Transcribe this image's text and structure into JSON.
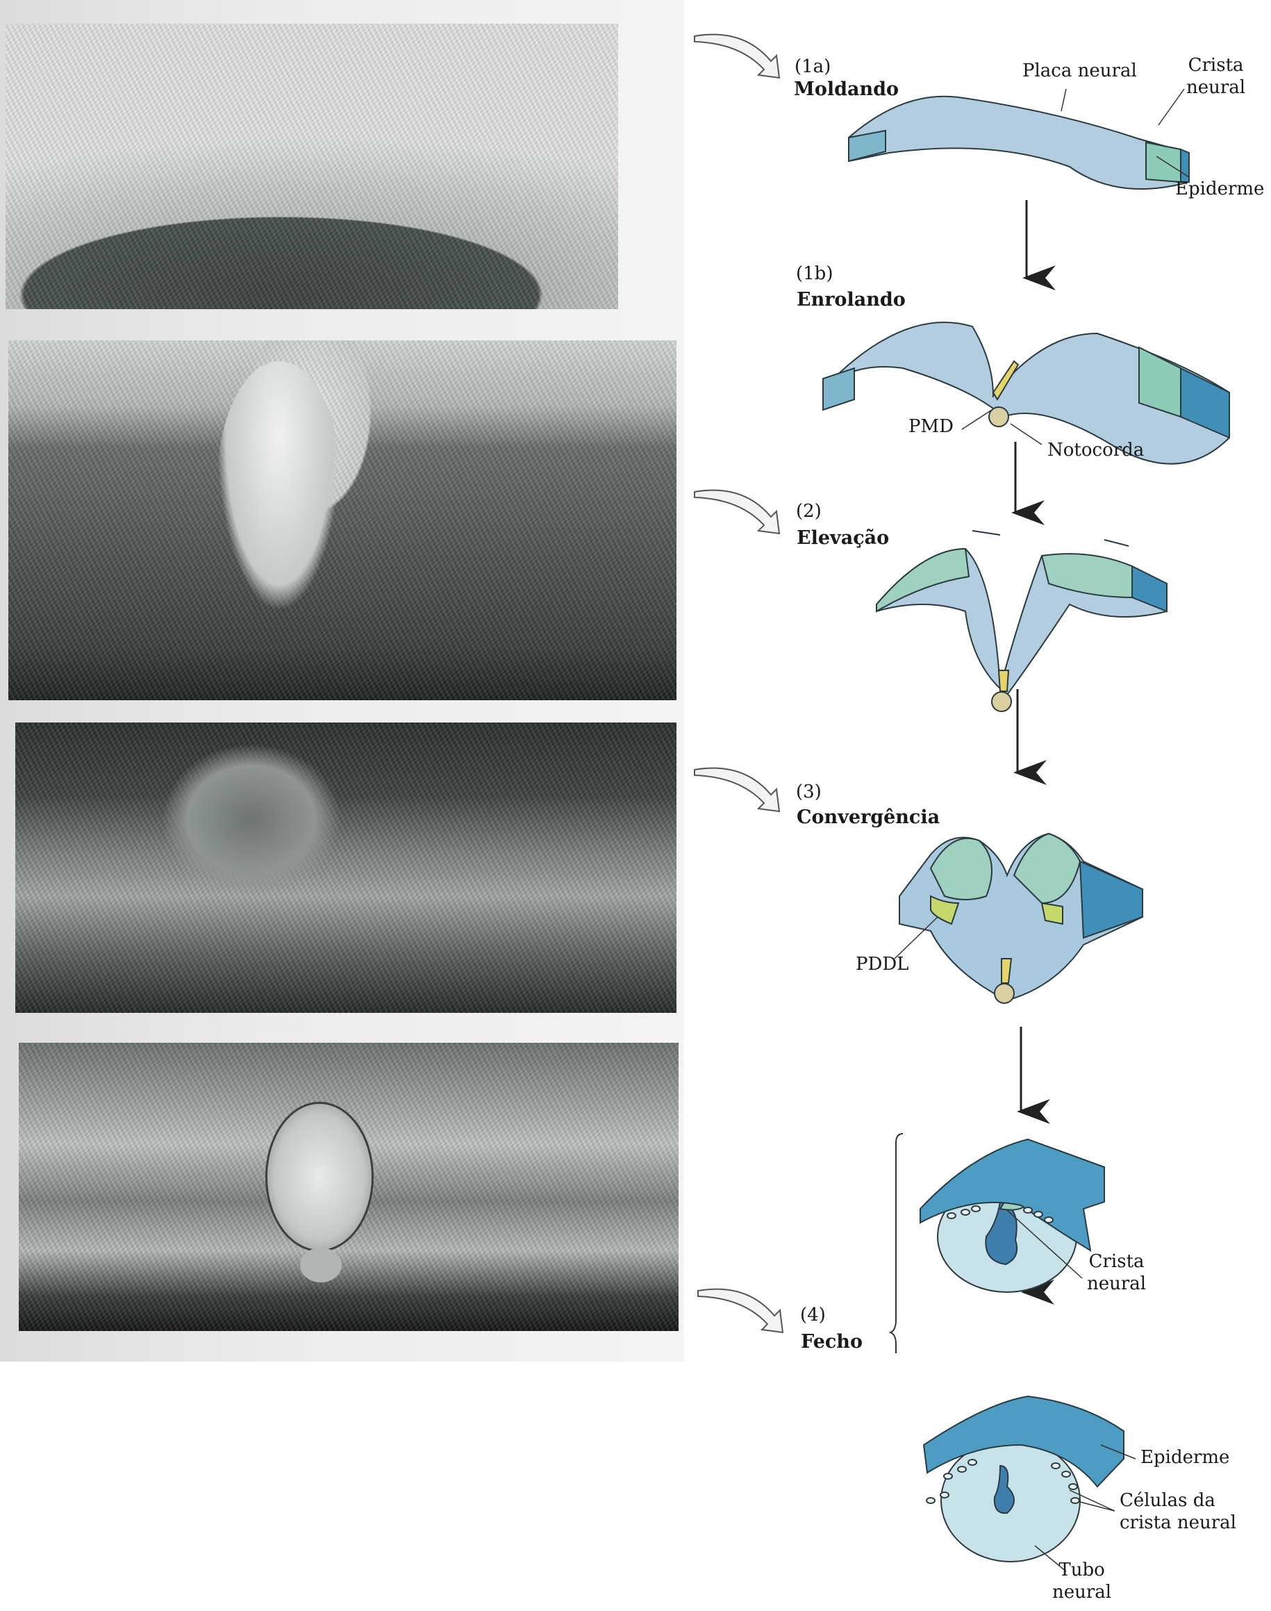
{
  "figure": {
    "stages": [
      {
        "number": "(1a)",
        "title": "Moldando"
      },
      {
        "number": "(1b)",
        "title": "Enrolando"
      },
      {
        "number": "(2)",
        "title": "Elevação"
      },
      {
        "number": "(3)",
        "title": "Convergência"
      },
      {
        "number": "(4)",
        "title": "Fecho"
      }
    ],
    "labels": {
      "placa_neural": "Placa neural",
      "crista_neural_1": "Crista",
      "crista_neural_2": "neural",
      "epiderme_1": "Epiderme",
      "pmd": "PMD",
      "notocorda": "Notocorda",
      "pddl": "PDDL",
      "crista_neural_b1": "Crista",
      "crista_neural_b2": "neural",
      "epiderme_2": "Epiderme",
      "celulas_1": "Células da",
      "celulas_2": "crista neural",
      "tubo_1": "Tubo",
      "tubo_2": "neural"
    },
    "colors": {
      "plate": "#a9c9de",
      "crest": "#8ccbb8",
      "epidermis": "#3f8fb8",
      "hinge": "#e6d36a",
      "notochord": "#d9cfa0"
    }
  }
}
